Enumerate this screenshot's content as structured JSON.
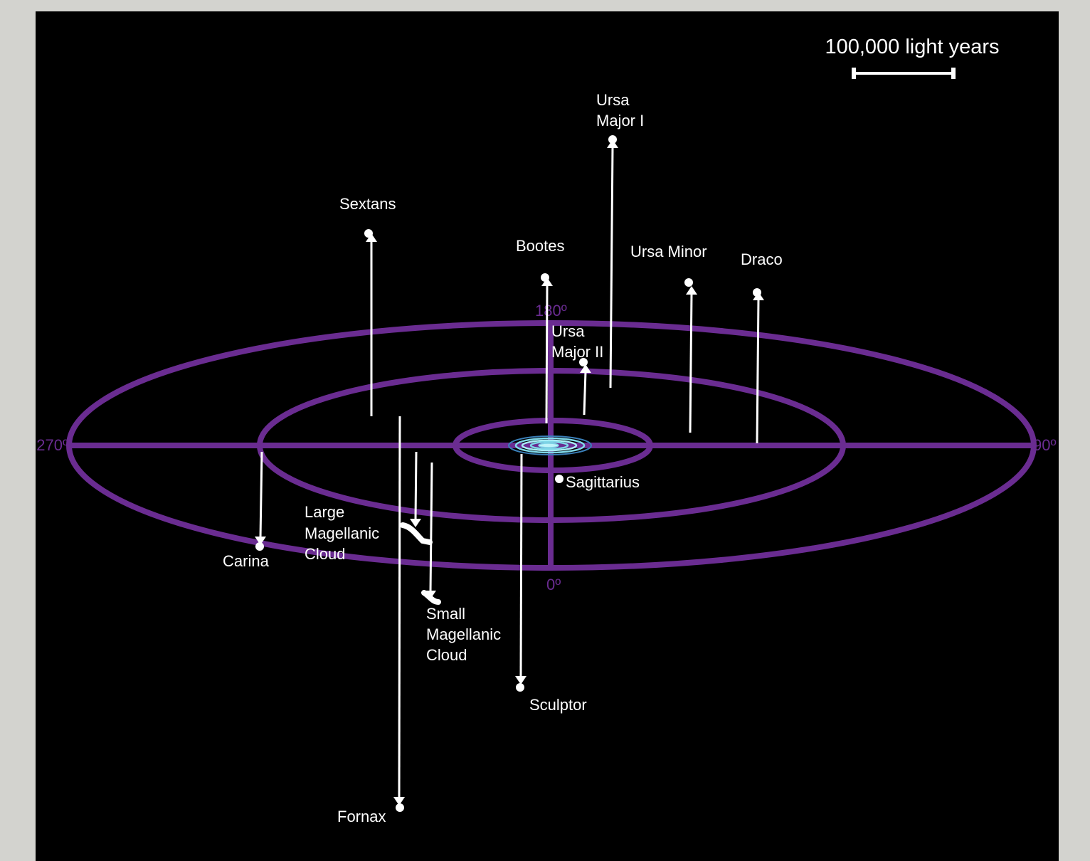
{
  "scale": {
    "label": "100,000 light years"
  },
  "degree_labels": {
    "deg0": "0º",
    "deg90": "90º",
    "deg180": "180º",
    "deg270": "270º"
  },
  "colors": {
    "background": "#000000",
    "frame": "#d3d3cf",
    "orbit_rings": "#6a2c91",
    "galaxy_core": "#7fd8e8",
    "markers": "#ffffff",
    "text": "#ffffff"
  },
  "galaxies": {
    "ursa_major_1": {
      "line1": "Ursa",
      "line2": "Major I"
    },
    "sextans": {
      "name": "Sextans"
    },
    "bootes": {
      "name": "Bootes"
    },
    "ursa_minor": {
      "name": "Ursa Minor"
    },
    "draco": {
      "name": "Draco"
    },
    "ursa_major_2": {
      "line1": "Ursa",
      "line2": "Major II"
    },
    "sagittarius": {
      "name": "Sagittarius"
    },
    "large_magellanic_cloud": {
      "line1": "Large",
      "line2": "Magellanic",
      "line3": "Cloud"
    },
    "carina": {
      "name": "Carina"
    },
    "small_magellanic_cloud": {
      "line1": "Small",
      "line2": "Magellanic",
      "line3": "Cloud"
    },
    "sculptor": {
      "name": "Sculptor"
    },
    "fornax": {
      "name": "Fornax"
    }
  }
}
